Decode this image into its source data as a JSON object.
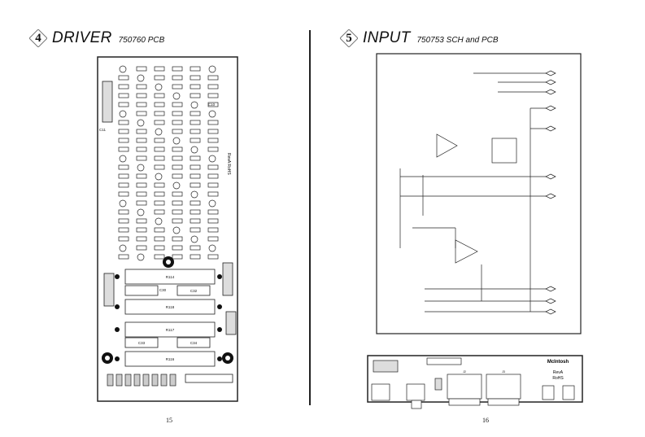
{
  "left_page": {
    "section_number": "4",
    "title": "DRIVER",
    "subtitle": "750760 PCB",
    "page_number": "15",
    "board_labels": {
      "r114": "R114",
      "r118": "R118",
      "r117": "R117",
      "r116": "R116",
      "c30": "C30",
      "c32": "C32",
      "c33": "C33",
      "c34": "C34",
      "c11": "C11",
      "c10": "C10",
      "rev": "RevA RoHS"
    }
  },
  "right_page": {
    "section_number": "5",
    "title": "INPUT",
    "subtitle": "750753 SCH and PCB",
    "page_number": "16",
    "board_labels": {
      "brand": "McIntosh",
      "rev": "RevA",
      "rohs": "RoHS",
      "j2": "J2",
      "j3": "J3"
    }
  }
}
